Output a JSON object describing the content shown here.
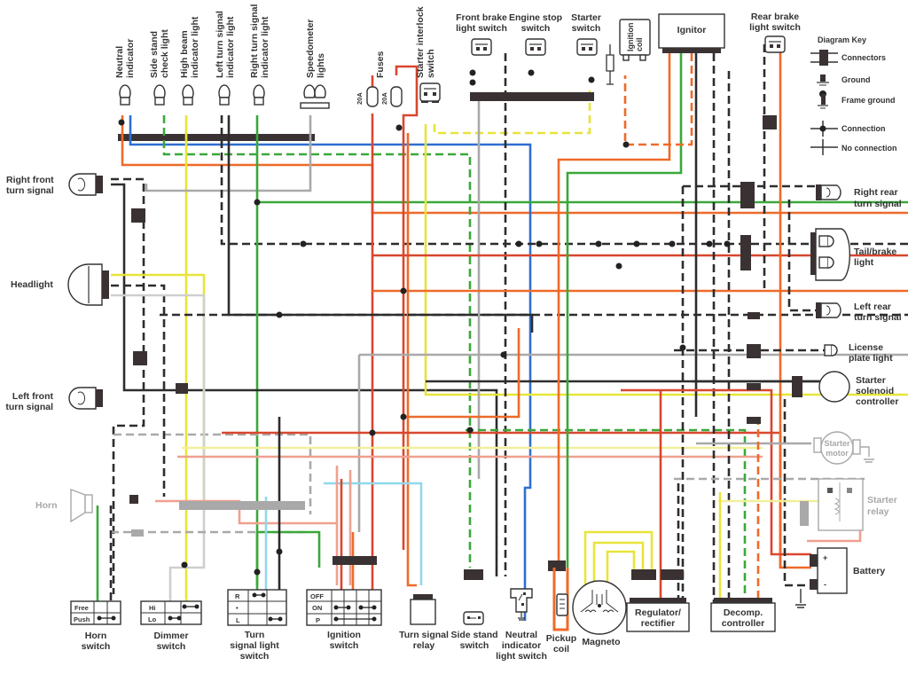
{
  "title": "Motorcycle wiring diagram",
  "colors": {
    "black": "#2d2d2d",
    "red": "#d8472f",
    "orange": "#ee6a2a",
    "blue": "#2f6fd1",
    "green": "#3aa83a",
    "yellow": "#e8e43a",
    "gray": "#a9a9a9",
    "pink": "#f0a090",
    "lightblue": "#8fd8ec",
    "connector": "#3a3232"
  },
  "top_labels": {
    "neutral_indicator": [
      "Neutral",
      "indicator"
    ],
    "side_stand_check_light": [
      "Side stand",
      "check light"
    ],
    "high_beam_indicator_light": [
      "High beam",
      "indicator light"
    ],
    "left_turn_signal_indicator_light": [
      "Left turn signal",
      "indicator light"
    ],
    "right_turn_signal_indicator_light": [
      "Right turn signal",
      "indicator light"
    ],
    "speedometer_lights": [
      "Speedometer",
      "lights"
    ],
    "fuses": "Fuses",
    "fuse_rating_1": "20A",
    "fuse_rating_2": "20A",
    "starter_interlock_switch": [
      "Starter interlock",
      "switch"
    ],
    "front_brake_light_switch": [
      "Front brake",
      "light switch"
    ],
    "engine_stop_switch": [
      "Engine stop",
      "switch"
    ],
    "starter_switch": [
      "Starter",
      "switch"
    ],
    "ignition_coil": [
      "Ignition",
      "coil"
    ],
    "ignitor": "Ignitor",
    "rear_brake_light_switch": [
      "Rear brake",
      "light switch"
    ]
  },
  "diagram_key": {
    "title": "Diagram Key",
    "items": [
      "Connectors",
      "Ground",
      "Frame ground",
      "Connection",
      "No connection"
    ]
  },
  "left_labels": {
    "right_front_turn_signal": [
      "Right front",
      "turn signal"
    ],
    "headlight": "Headlight",
    "left_front_turn_signal": [
      "Left front",
      "turn signal"
    ],
    "horn": "Horn"
  },
  "right_labels": {
    "right_rear_turn_signal": [
      "Right rear",
      "turn signal"
    ],
    "tail_brake_light": [
      "Tail/brake",
      "light"
    ],
    "left_rear_turn_signal": [
      "Left rear",
      "turn signal"
    ],
    "license_plate_light": [
      "License",
      "plate light"
    ],
    "starter_solenoid_controller": [
      "Starter",
      "solenoid",
      "controller"
    ],
    "starter_motor": [
      "Starter",
      "motor"
    ],
    "starter_relay": [
      "Starter",
      "relay"
    ],
    "battery": "Battery",
    "battery_plus": "+",
    "battery_minus": "-"
  },
  "bottom_labels": {
    "horn_switch": [
      "Horn",
      "switch"
    ],
    "dimmer_switch": [
      "Dimmer",
      "switch"
    ],
    "turn_signal_light_switch": [
      "Turn",
      "signal light",
      "switch"
    ],
    "ignition_switch": [
      "Ignition",
      "switch"
    ],
    "turn_signal_relay": [
      "Turn signal",
      "relay"
    ],
    "side_stand_switch": [
      "Side stand",
      "switch"
    ],
    "neutral_indicator_light_switch": [
      "Neutral",
      "indicator",
      "light switch"
    ],
    "pickup_coil": [
      "Pickup",
      "coil"
    ],
    "magneto": "Magneto",
    "regulator_rectifier": [
      "Regulator/",
      "rectifier"
    ],
    "decomp_controller": [
      "Decomp.",
      "controller"
    ]
  },
  "switch_tables": {
    "horn": [
      "Free",
      "Push"
    ],
    "dimmer": [
      "Hi",
      "Lo"
    ],
    "turn": [
      "R",
      "•",
      "L"
    ],
    "ignition": [
      "OFF",
      "ON",
      "P"
    ]
  }
}
